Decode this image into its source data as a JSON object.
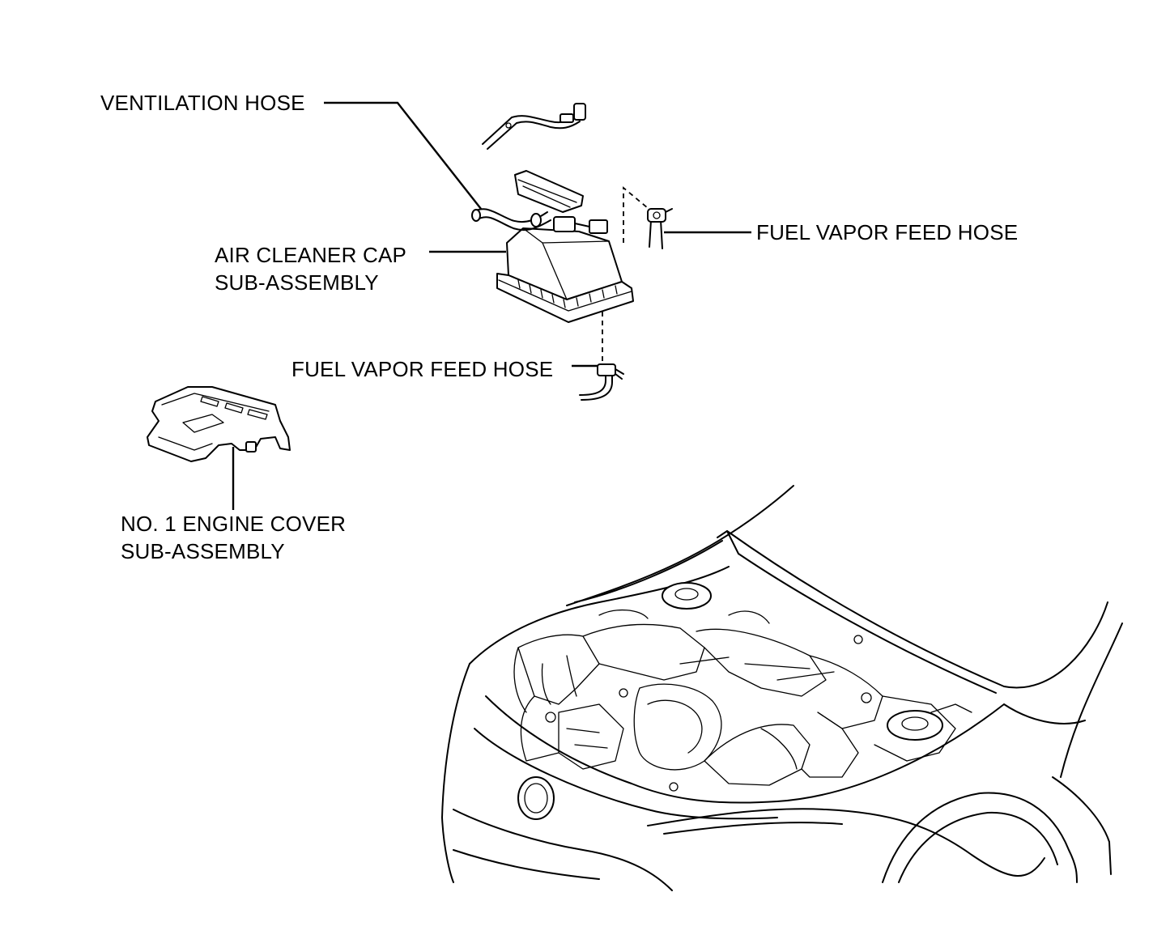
{
  "labels": {
    "ventilation_hose": "VENTILATION HOSE",
    "fuel_vapor_feed_hose_upper": "FUEL VAPOR FEED HOSE",
    "air_cleaner_cap_line1": "AIR CLEANER CAP",
    "air_cleaner_cap_line2": "SUB-ASSEMBLY",
    "fuel_vapor_feed_hose_lower": "FUEL VAPOR FEED HOSE",
    "engine_cover_line1": "NO. 1 ENGINE COVER",
    "engine_cover_line2": "SUB-ASSEMBLY"
  },
  "icons": {
    "air_cleaner": "air-cleaner-cap-icon",
    "engine_cover": "engine-cover-icon",
    "vehicle": "vehicle-engine-bay-icon"
  },
  "colors": {
    "ink": "#000000",
    "paper": "#ffffff"
  }
}
